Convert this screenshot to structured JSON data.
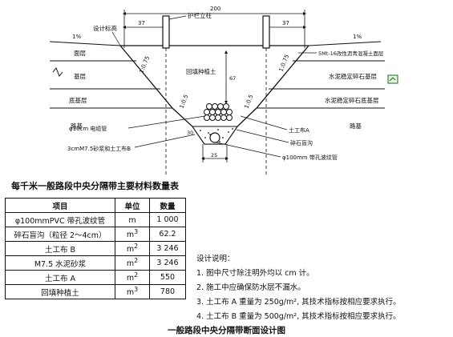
{
  "diagram": {
    "dims": {
      "total_width": "200",
      "left_gap": "37",
      "right_gap": "37",
      "bottom_width": "25",
      "depth": "67",
      "ditch_depth": "30"
    },
    "slope_outer": "1:0.75",
    "slope_inner": "1:0.5",
    "crossfall": "1%",
    "labels": {
      "guardrail_post": "护栏立柱",
      "design_elevation": "设计标高",
      "surface_layer": "面层",
      "base_layer": "基层",
      "subbase_layer": "底基层",
      "roadbed": "路基",
      "backfill": "回填种植土",
      "cable_pipe": "φ10cm 电缆管",
      "mortar_geotextile": "3cmM7.5砂浆和土工布B",
      "right_surface": "5Mt-16改性沥青混凝土面层",
      "right_base": "水泥稳定碎石基层",
      "right_subbase": "水泥稳定碎石底基层",
      "right_roadbed": "路基",
      "geotextile_a": "土工布A",
      "gravel_ditch": "碎石盲沟",
      "drain_pipe": "φ100mm 带孔波纹管"
    }
  },
  "table": {
    "title": "每千米一般路段中央分隔带主要材料数量表",
    "headers": [
      "项目",
      "单位",
      "数量"
    ],
    "rows": [
      {
        "item": "φ100mmPVC 带孔波纹管",
        "unit": "m",
        "unit_sup": "",
        "qty": "1 000"
      },
      {
        "item": "碎石盲沟（粒径 2～4cm）",
        "unit": "m",
        "unit_sup": "3",
        "qty": "62.2"
      },
      {
        "item": "土工布 B",
        "unit": "m",
        "unit_sup": "2",
        "qty": "3 246"
      },
      {
        "item": "M7.5 水泥砂浆",
        "unit": "m",
        "unit_sup": "2",
        "qty": "3 246"
      },
      {
        "item": "土工布 A",
        "unit": "m",
        "unit_sup": "2",
        "qty": "550"
      },
      {
        "item": "回填种植土",
        "unit": "m",
        "unit_sup": "3",
        "qty": "780"
      }
    ]
  },
  "notes": {
    "heading": "设计说明：",
    "items": [
      "1. 图中尺寸除注明外均以 cm 计。",
      "2. 施工中应确保防水层不漏水。",
      "3. 土工布 A 重量为 250g/m², 其技术指标按相应要求执行。",
      "4. 土工布 B 重量为 500g/m², 其技术指标按相应要求执行。"
    ]
  },
  "caption": "一般路段中央分隔带断面设计图"
}
